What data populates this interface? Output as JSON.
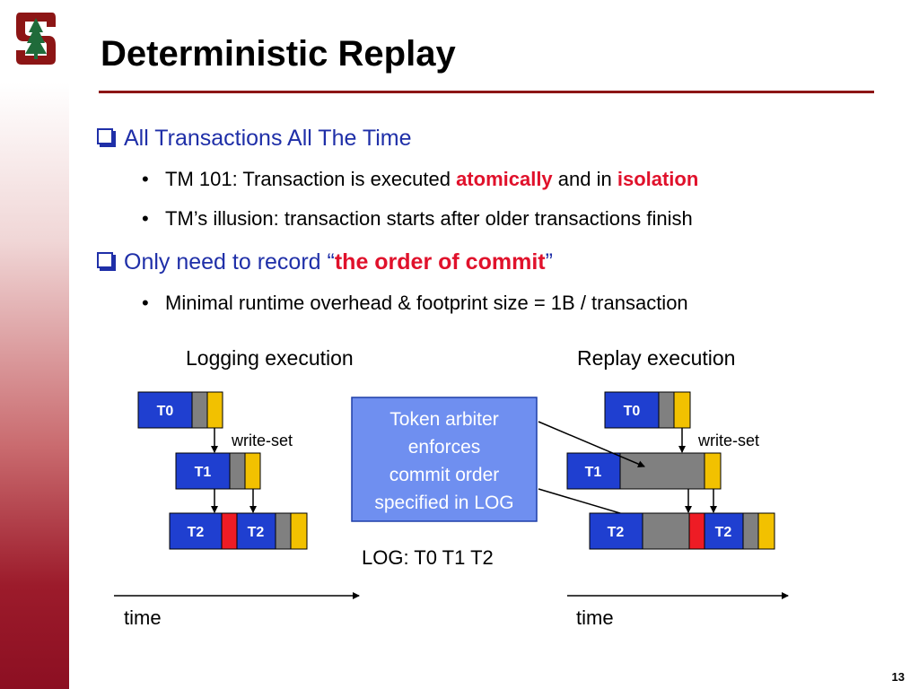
{
  "slide": {
    "title": "Deterministic Replay",
    "page_number": "13"
  },
  "bullets": [
    {
      "level": 1,
      "parts": [
        {
          "text": "All Transactions All The Time"
        }
      ]
    },
    {
      "level": 2,
      "parts": [
        {
          "text": "TM 101: Transaction is executed "
        },
        {
          "text": "atomically",
          "highlight": true
        },
        {
          "text": " and in "
        },
        {
          "text": "isolation",
          "highlight": true
        }
      ]
    },
    {
      "level": 2,
      "parts": [
        {
          "text": "TM’s illusion: transaction starts after older transactions finish"
        }
      ]
    },
    {
      "level": 1,
      "parts": [
        {
          "text": "Only need to record “"
        },
        {
          "text": "the order of commit",
          "highlight": true
        },
        {
          "text": "”"
        }
      ]
    },
    {
      "level": 2,
      "parts": [
        {
          "text": "Minimal runtime overhead & footprint size = 1B / transaction"
        }
      ]
    }
  ],
  "diagram": {
    "logging_label": "Logging execution",
    "replay_label": "Replay execution",
    "write_set_label": "write-set",
    "time_label": "time",
    "arbiter_lines": [
      "Token arbiter",
      "enforces",
      "commit order",
      "specified in LOG"
    ],
    "log_text": "LOG: T0  T1  T2",
    "tx": {
      "t0": "T0",
      "t1": "T1",
      "t2": "T2"
    }
  },
  "colors": {
    "tx_blue": "#1f3fd0",
    "gray": "#808080",
    "yellow": "#f2c100",
    "red": "#ee1c25",
    "arbiter_fill": "#6f8ff0",
    "title_rule": "#8c1515"
  }
}
